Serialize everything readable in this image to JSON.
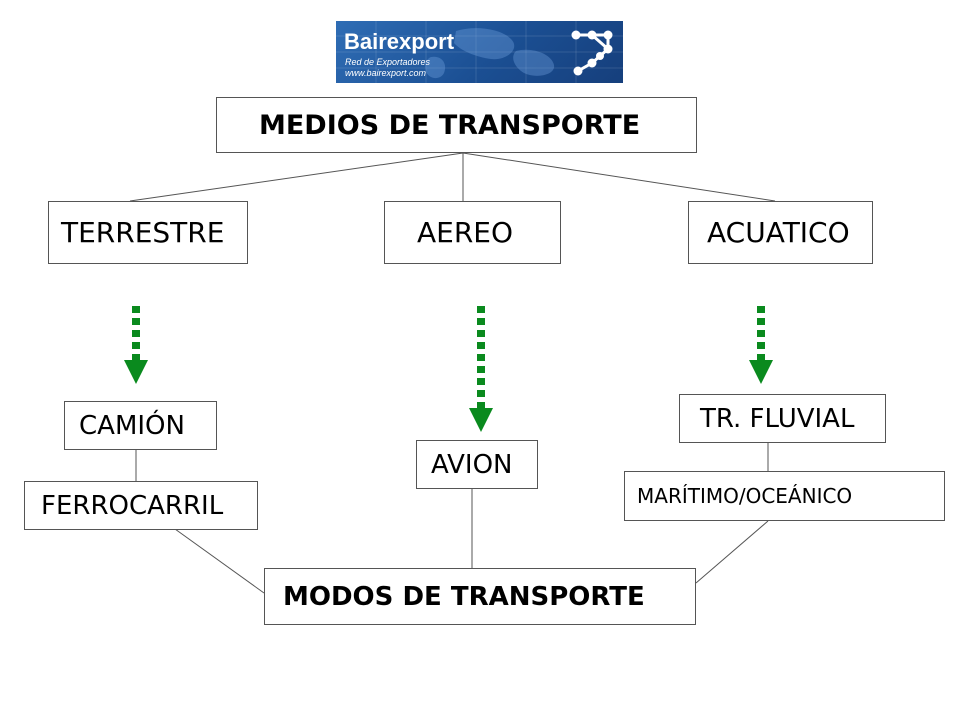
{
  "logo": {
    "brand": "Bairexport",
    "tagline": "Red de Exportadores",
    "url": "www.bairexport.com"
  },
  "title": "MEDIOS DE TRANSPORTE",
  "categories": {
    "terrestre": "TERRESTRE",
    "aereo": "AEREO",
    "acuatico": "ACUATICO"
  },
  "modes": {
    "camion": "CAMIÓN",
    "ferrocarril": "FERROCARRIL",
    "avion": "AVION",
    "fluvial": "TR. FLUVIAL",
    "maritimo": "MARÍTIMO/OCEÁNICO"
  },
  "footer": "MODOS DE TRANSPORTE",
  "colors": {
    "arrow": "#0a8a1e",
    "logo_bg": "#1b4f93"
  }
}
